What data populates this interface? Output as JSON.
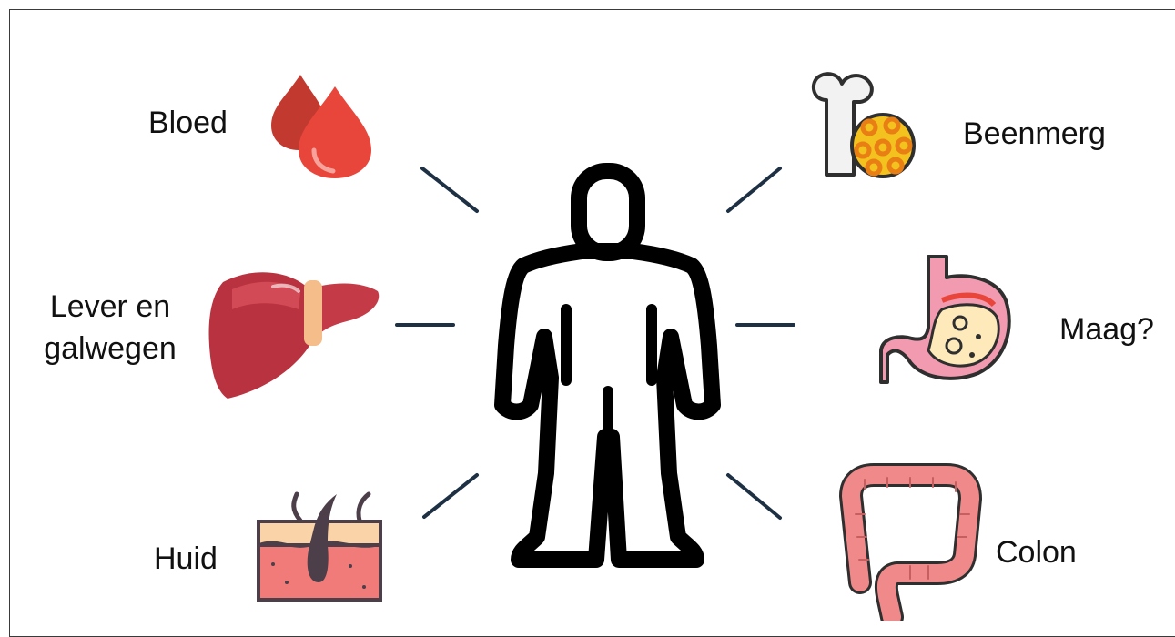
{
  "colors": {
    "connector": "#1e3044",
    "figure_stroke": "#000000",
    "blood": "#e8463b",
    "blood_dark": "#c23a2f",
    "liver": "#b8323f",
    "liver_light": "#d14a55",
    "gallbladder": "#f4bd8a",
    "bone": "#f2f2f2",
    "marrow": "#f3c21f",
    "marrow_dot": "#e87e14",
    "stomach": "#f29bb0",
    "stomach_inner": "#fde9b9",
    "colon": "#f08a8a",
    "skin_top": "#fbd3a9",
    "skin_body": "#f07b78",
    "hair": "#4c3f4a"
  },
  "diagram": {
    "center": {
      "icon": "human-figure-icon"
    },
    "nodes": [
      {
        "id": "blood",
        "label": "Bloed",
        "icon": "blood-drops-icon"
      },
      {
        "id": "liver",
        "label_lines": [
          "Lever en",
          "galwegen"
        ],
        "icon": "liver-icon"
      },
      {
        "id": "skin",
        "label": "Huid",
        "icon": "skin-hair-icon"
      },
      {
        "id": "bone-marrow",
        "label": "Beenmerg",
        "icon": "bone-marrow-icon"
      },
      {
        "id": "stomach",
        "label": "Maag?",
        "icon": "stomach-icon"
      },
      {
        "id": "colon",
        "label": "Colon",
        "icon": "colon-icon"
      }
    ]
  }
}
